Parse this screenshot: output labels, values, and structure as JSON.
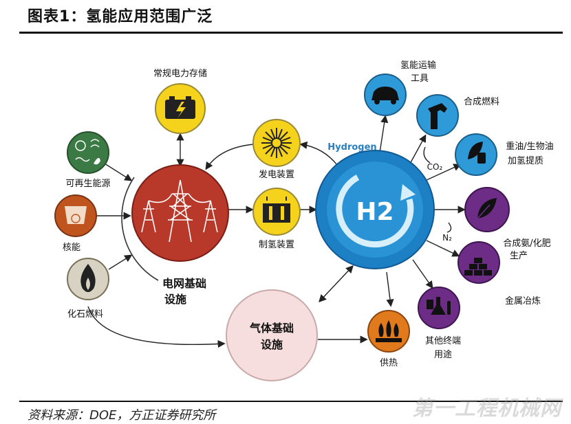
{
  "header": {
    "title": "图表1：氢能应用范围广泛"
  },
  "footer": {
    "source": "资料来源：DOE，方正证券研究所",
    "watermark": "第一工程机械网"
  },
  "colors": {
    "grid_circle": "#b8382a",
    "hydrogen_circle": "#1d7fc4",
    "yellow": "#f5d21c",
    "light_blue": "#2f9ad8",
    "purple": "#6d2c86",
    "orange": "#e07a1c",
    "gas_circle": "#f6dede",
    "green_circle": "#3c7a45",
    "brown_circle": "#c0541e",
    "tan_circle": "#d8d2c3"
  },
  "nodes": {
    "storage": "常规电力存储",
    "renewable": "可再生能源",
    "nuclear": "核能",
    "fossil": "化石燃料",
    "grid": "电网基础设施",
    "power_gen": "发电装置",
    "electrolyzer": "制氢装置",
    "gas_infra": "气体基础设施",
    "hydrogen": "Hydrogen",
    "h2_symbol": "H2",
    "transport": "氢能运输工具",
    "synfuel": "合成燃料",
    "heavy_oil": "重油/生物油加氢提质",
    "ammonia": "合成氨/化肥生产",
    "metal": "金属冶炼",
    "other": "其他终端用途",
    "heat": "供热"
  },
  "inputs": {
    "co2": "CO2",
    "n2": "N2"
  }
}
